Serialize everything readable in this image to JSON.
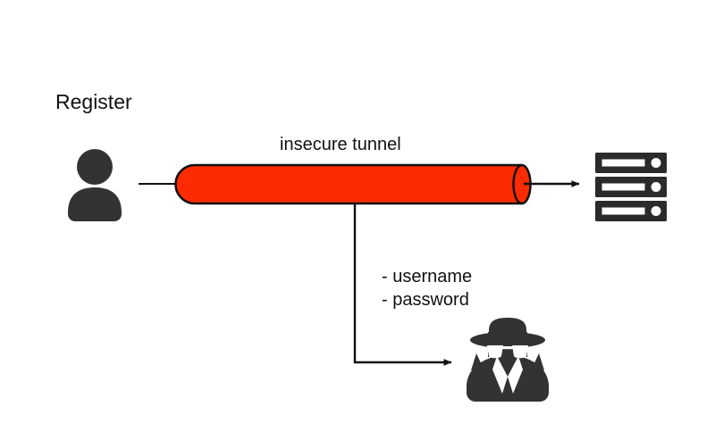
{
  "diagram": {
    "title_label": "Register",
    "tunnel_label": "insecure tunnel",
    "credentials": [
      "- username",
      "- password"
    ],
    "nodes": {
      "user": "user-icon",
      "tunnel": "insecure-tunnel-cylinder",
      "server": "server-rack-icon",
      "attacker": "spy-hacker-icon"
    },
    "colors": {
      "tunnel_fill": "#FF2B00",
      "tunnel_stroke": "#111111",
      "icon_dark": "#333333",
      "line": "#111111",
      "background": "#FFFFFF",
      "text": "#111111"
    }
  }
}
